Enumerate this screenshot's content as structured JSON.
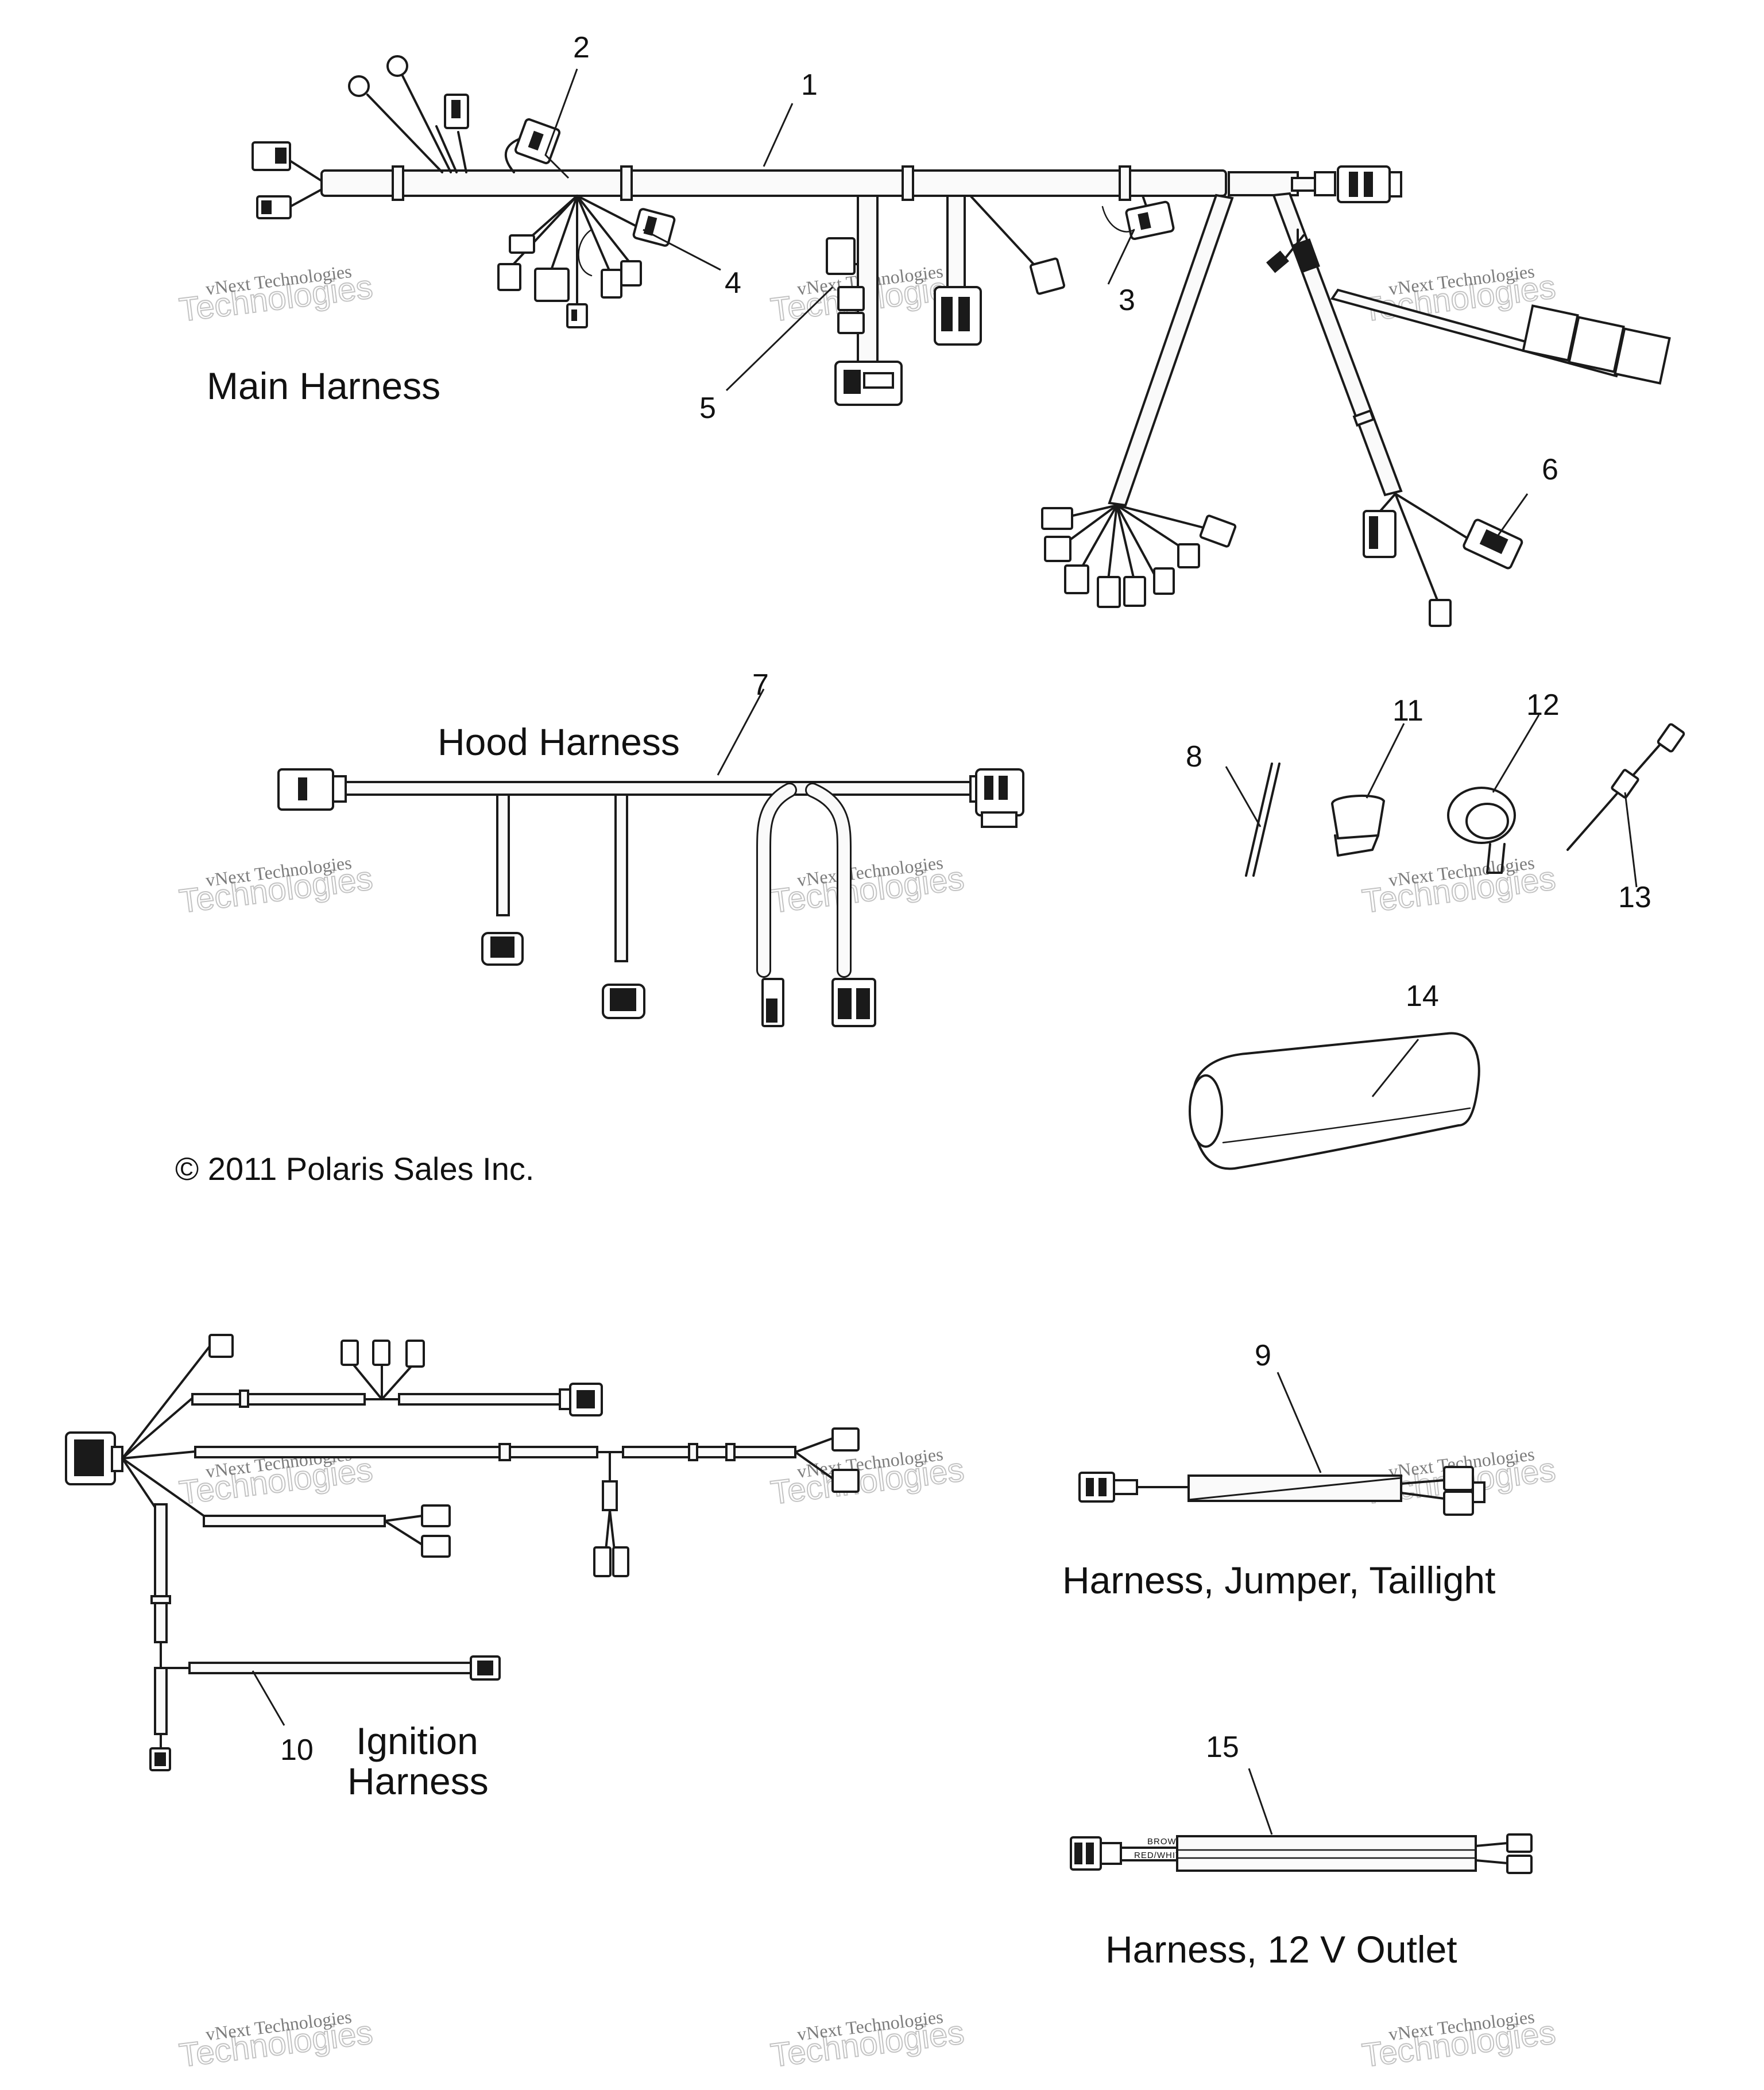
{
  "callouts": [
    "1",
    "2",
    "3",
    "4",
    "5",
    "6",
    "7",
    "8",
    "9",
    "10",
    "11",
    "12",
    "13",
    "14",
    "15"
  ],
  "titles": {
    "main": "Main Harness",
    "hood": "Hood Harness",
    "taillight": "Harness, Jumper, Taillight",
    "ignition_line1": "Ignition",
    "ignition_line2": "Harness",
    "outlet": "Harness, 12 V Outlet"
  },
  "copyright": "© 2011 Polaris Sales Inc.",
  "wire_labels": {
    "brown": "BROWN",
    "red_white": "RED/WHITE"
  },
  "watermark": {
    "line1": "vNext Technologies",
    "line2": "Technologies"
  }
}
